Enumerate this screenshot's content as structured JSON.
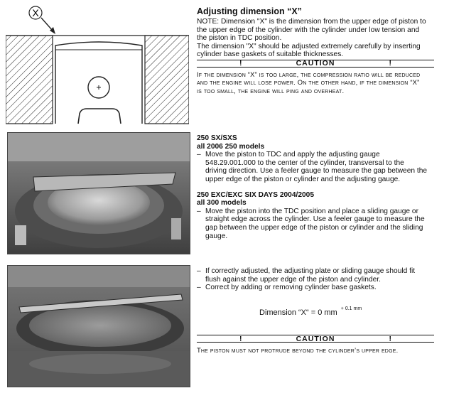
{
  "diagram": {
    "label_x": "X"
  },
  "section1": {
    "heading": "Adjusting dimension “X”",
    "note_lines": [
      "NOTE: Dimension \"X\" is the dimension from the upper edge of piston to",
      "the upper edge of the cylinder with the cylinder under low tension and",
      "the piston in TDC position.",
      "The dimension \"X\" should be adjusted extremely carefully by inserting",
      "cylinder base gaskets of suitable thicknesses."
    ],
    "caution_mark_left": "!",
    "caution_title": "CAUTION",
    "caution_mark_right": "!",
    "caution_lines": [
      "If the dimension “X” is too large, the compression ratio will be reduced",
      "and the engine will lose power. On the other hand, if the dimension “X”",
      "is too small, the engine will ping and overheat."
    ]
  },
  "section2": {
    "model_title": "250 SX/SXS",
    "model_sub": "all 2006 250 models",
    "step_lines": [
      "Move the piston to TDC and apply the adjusting gauge",
      "548.29.001.000 to the center of the cylinder, transversal to the",
      "driving direction. Use a feeler gauge to measure the gap between the",
      "upper edge of the piston or cylinder and the adjusting gauge."
    ],
    "model2_title": "250 EXC/EXC SIX DAYS 2004/2005",
    "model2_sub": "all 300 models",
    "step2_lines": [
      "Move the piston into the TDC position and place a sliding gauge or",
      "straight edge across the cylinder. Use a feeler gauge to measure the",
      "gap between the upper edge of the piston or cylinder and the sliding",
      "gauge."
    ]
  },
  "section3": {
    "bullet1_lines": [
      "If correctly adjusted, the adjusting plate or sliding gauge should fit",
      "flush against the upper edge of the piston and cylinder."
    ],
    "bullet2": "Correct by adding or removing cylinder base gaskets.",
    "dimension_label": "Dimension “X“ = 0 mm",
    "dimension_tolerance": "+ 0.1 mm",
    "caution_mark_left": "!",
    "caution_title": "CAUTION",
    "caution_mark_right": "!",
    "caution_text": "The piston must not protrude beyond the cylinder’s upper edge."
  }
}
